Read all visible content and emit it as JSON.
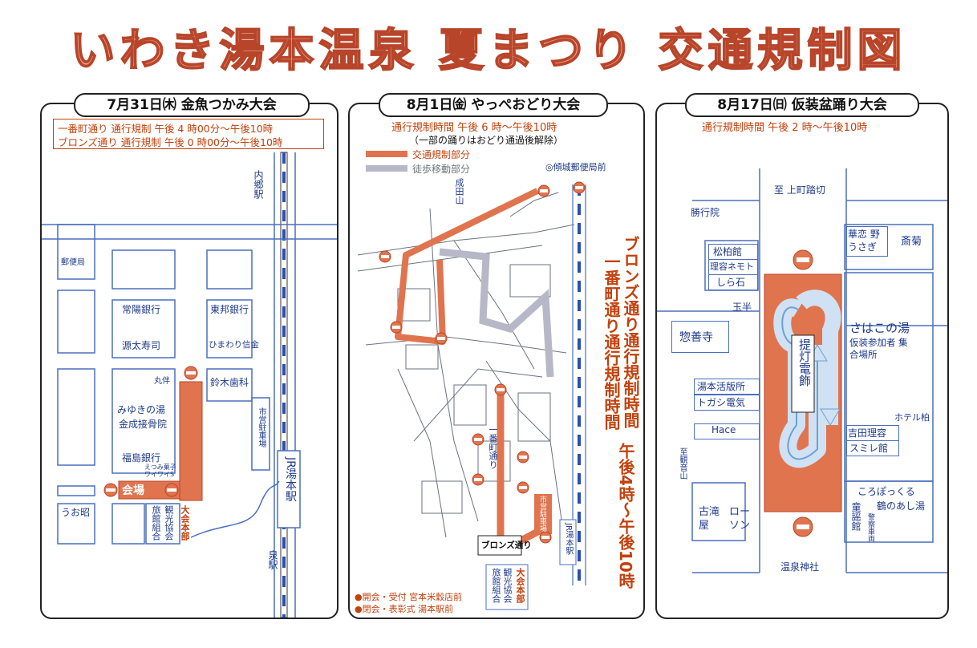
{
  "title": "いわき湯本温泉 夏まつり 交通規制図",
  "panel1": {
    "header": "7月31日㈭ 金魚つかみ大会",
    "reg1": "一番町通り 通行規制 午後 4 時00分～午後10時",
    "reg2": "ブロンズ通り 通行規制 午後 0 時00分～午後10時",
    "labels": {
      "naigo": "内郷駅",
      "post": "郵便局",
      "joyo": "常陽銀行",
      "toho": "東邦銀行",
      "genta": "源太寿司",
      "himawari": "ひまわり信金",
      "maruban": "丸伴",
      "suzuki": "鈴木歯科",
      "miyuki": "みゆきの湯",
      "kinsei": "金成接骨院",
      "fukushima": "福島銀行",
      "etsu": "えつみ菓子 ワイワイS",
      "parking": "市営駐車場",
      "kaijo": "会場",
      "uosho": "うお昭",
      "ryokan": "旅館組合",
      "kanko": "観光協会",
      "hq": "大会本部",
      "jr": "JR湯本駅",
      "izumi": "泉駅"
    }
  },
  "panel2": {
    "header": "8月1日㈮ やっぺおどり大会",
    "time": "通行規制時間 午後 6 時～午後10時",
    "note": "（一部の踊りはおどり通過後解除）",
    "legend_reg": "交通規制部分",
    "legend_walk": "徒歩移動部分",
    "post": "◎傾城郵便局前",
    "naruta": "成田山",
    "ichiban": "一番町通り",
    "bronze": "ブロンズ通り",
    "parking": "市営駐車場",
    "jr": "JR湯本駅",
    "ryokan": "旅館組合",
    "kanko": "観光協会",
    "hq": "大会本部",
    "bullet1": "●開会・受付 宮本米穀店前",
    "bullet2": "●閉会・表彰式 湯本駅前",
    "vertical_a": "ブロンズ通り通行規制時間",
    "vertical_b": "一番町通り通行規制時間",
    "vertical_c": "午後4時～午後10時"
  },
  "panel3": {
    "header": "8月17日㈰ 仮装盆踊り大会",
    "time": "通行規制時間 午後 2 時～午後10時",
    "labels": {
      "kamimachi": "至 上町踏切",
      "shogyo": "勝行院",
      "karen": "華恋 野うさぎ",
      "saikiku": "斎菊",
      "shohaku": "松柏館",
      "nemoto": "理容ネモト",
      "shiraishi": "しら石",
      "tamahan": "玉半",
      "sozen": "惣善寺",
      "sahako": "さはこの湯",
      "kaso": "仮装参加者 集合場所",
      "choin": "提灯電飾",
      "yumoto": "湯本活版所",
      "togashi": "トガシ電気",
      "hace": "Hace",
      "hotel": "ホテル柏",
      "yoshida": "吉田理容",
      "sumire": "スミレ館",
      "kannon": "至観音山",
      "furutaki": "古滝屋",
      "lawson": "ローソン",
      "koropok": "ころぽっくる",
      "tsuru": "鶴のあし湯",
      "dowa": "童謡館",
      "police": "警察車両",
      "jinja": "温泉神社"
    }
  },
  "colors": {
    "route": "#e0744e",
    "walk": "#b7b7c7",
    "road": "#4a6fbf",
    "text": "#1e3a8a",
    "accent": "#c2410c"
  }
}
